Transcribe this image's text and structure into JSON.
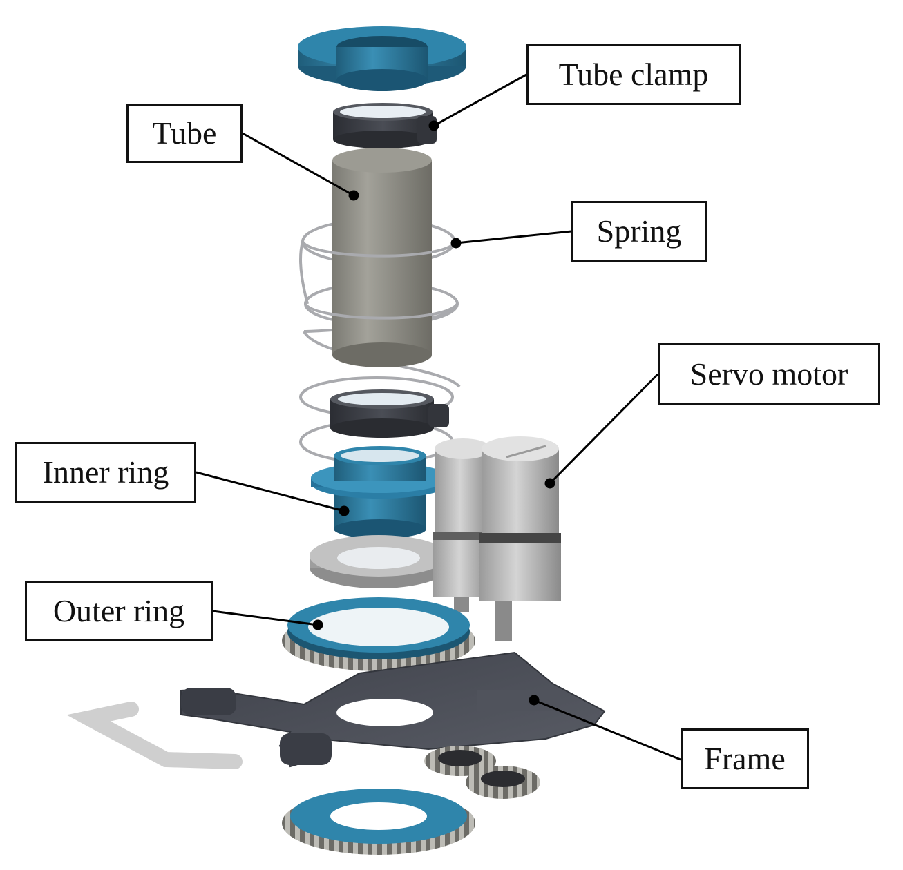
{
  "labels": {
    "tube_clamp": "Tube clamp",
    "tube": "Tube",
    "spring": "Spring",
    "servo_motor": "Servo motor",
    "inner_ring": "Inner ring",
    "outer_ring": "Outer ring",
    "frame": "Frame"
  },
  "colors": {
    "teal_part": "#2f7fa3",
    "teal_dark": "#1f5d7a",
    "dark_clamp": "#3a3d44",
    "tube_gray": "#8d8c84",
    "metal_light": "#c8c8c8",
    "frame_dark": "#4b4e57",
    "spring_line": "#a9aaae",
    "leader_line": "#000000"
  }
}
